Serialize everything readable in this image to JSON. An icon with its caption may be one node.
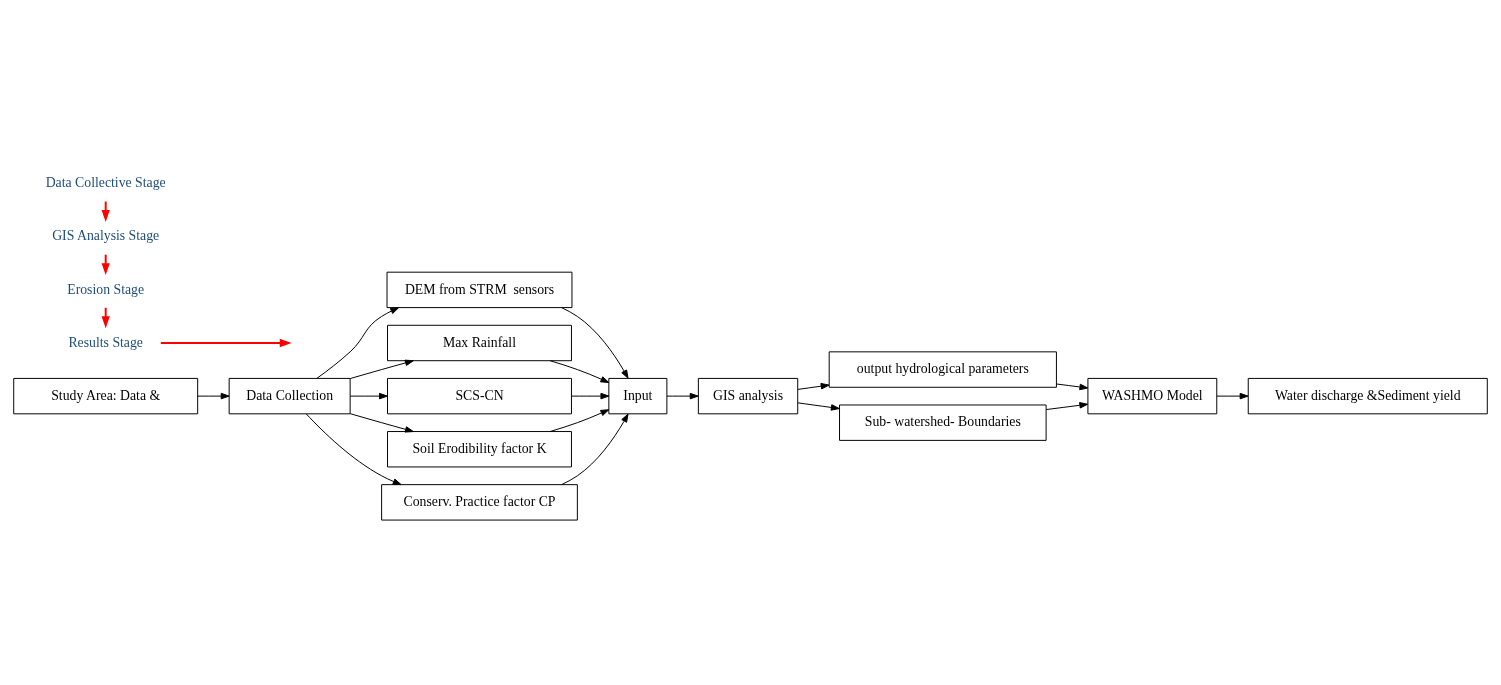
{
  "diagram": {
    "nodes": [
      {
        "text": [
          "Study Area: Data &"
        ]
      },
      {
        "text": [
          "Data Collection"
        ]
      },
      {
        "text": [
          "DEM from STRM  sensors"
        ]
      },
      {
        "text": [
          "Max Rainfall"
        ]
      },
      {
        "text": [
          "SCS-CN"
        ]
      },
      {
        "text": [
          "Soil Erodibility factor K"
        ]
      },
      {
        "text": [
          "Conserv. Practice factor CP"
        ]
      },
      {
        "text": [
          "Input"
        ]
      },
      {
        "text": [
          "GIS analysis"
        ]
      },
      {
        "text": [
          "output hydrological parameters"
        ]
      },
      {
        "text": [
          "Sub- watershed- Boundaries"
        ]
      },
      {
        "text": [
          "WASHMO Model"
        ]
      },
      {
        "text": [
          "Water discharge &Sediment yield"
        ]
      },
      {
        "text": [
          "Data Collective Stage"
        ]
      },
      {
        "text": [
          "GIS Analysis Stage"
        ]
      },
      {
        "text": [
          "Erosion Stage"
        ]
      },
      {
        "text": [
          "Results Stage"
        ]
      }
    ],
    "edges": [
      {
        "from": 0,
        "to": 1,
        "arrow": "to"
      },
      {
        "from": 1,
        "to": 2,
        "arrow": "to"
      },
      {
        "from": 1,
        "to": 3,
        "arrow": "to"
      },
      {
        "from": 1,
        "to": 4,
        "arrow": "to"
      },
      {
        "from": 1,
        "to": 5,
        "arrow": "to"
      },
      {
        "from": 1,
        "to": 6,
        "arrow": "to"
      },
      {
        "from": 2,
        "to": 7,
        "arrow": "to"
      },
      {
        "from": 3,
        "to": 7,
        "arrow": "to"
      },
      {
        "from": 4,
        "to": 7,
        "arrow": "to"
      },
      {
        "from": 5,
        "to": 7,
        "arrow": "to"
      },
      {
        "from": 6,
        "to": 7,
        "arrow": "to"
      },
      {
        "from": 7,
        "to": 8,
        "arrow": "to"
      },
      {
        "from": 8,
        "to": 9,
        "arrow": "to"
      },
      {
        "from": 8,
        "to": 10,
        "arrow": "to"
      },
      {
        "from": 9,
        "to": 11,
        "arrow": "to"
      },
      {
        "from": 10,
        "to": 11,
        "arrow": "to"
      },
      {
        "from": 11,
        "to": 12,
        "arrow": "to"
      },
      {
        "from": 13,
        "to": 14,
        "arrow": "to",
        "color": "#ff0000"
      },
      {
        "from": 14,
        "to": 15,
        "arrow": "to",
        "color": "#ff0000"
      },
      {
        "from": 15,
        "to": 16,
        "arrow": "to",
        "color": "#ff0000"
      },
      {
        "from": 16,
        "to": null,
        "arrow": "to",
        "color": "#ff0000"
      }
    ]
  }
}
